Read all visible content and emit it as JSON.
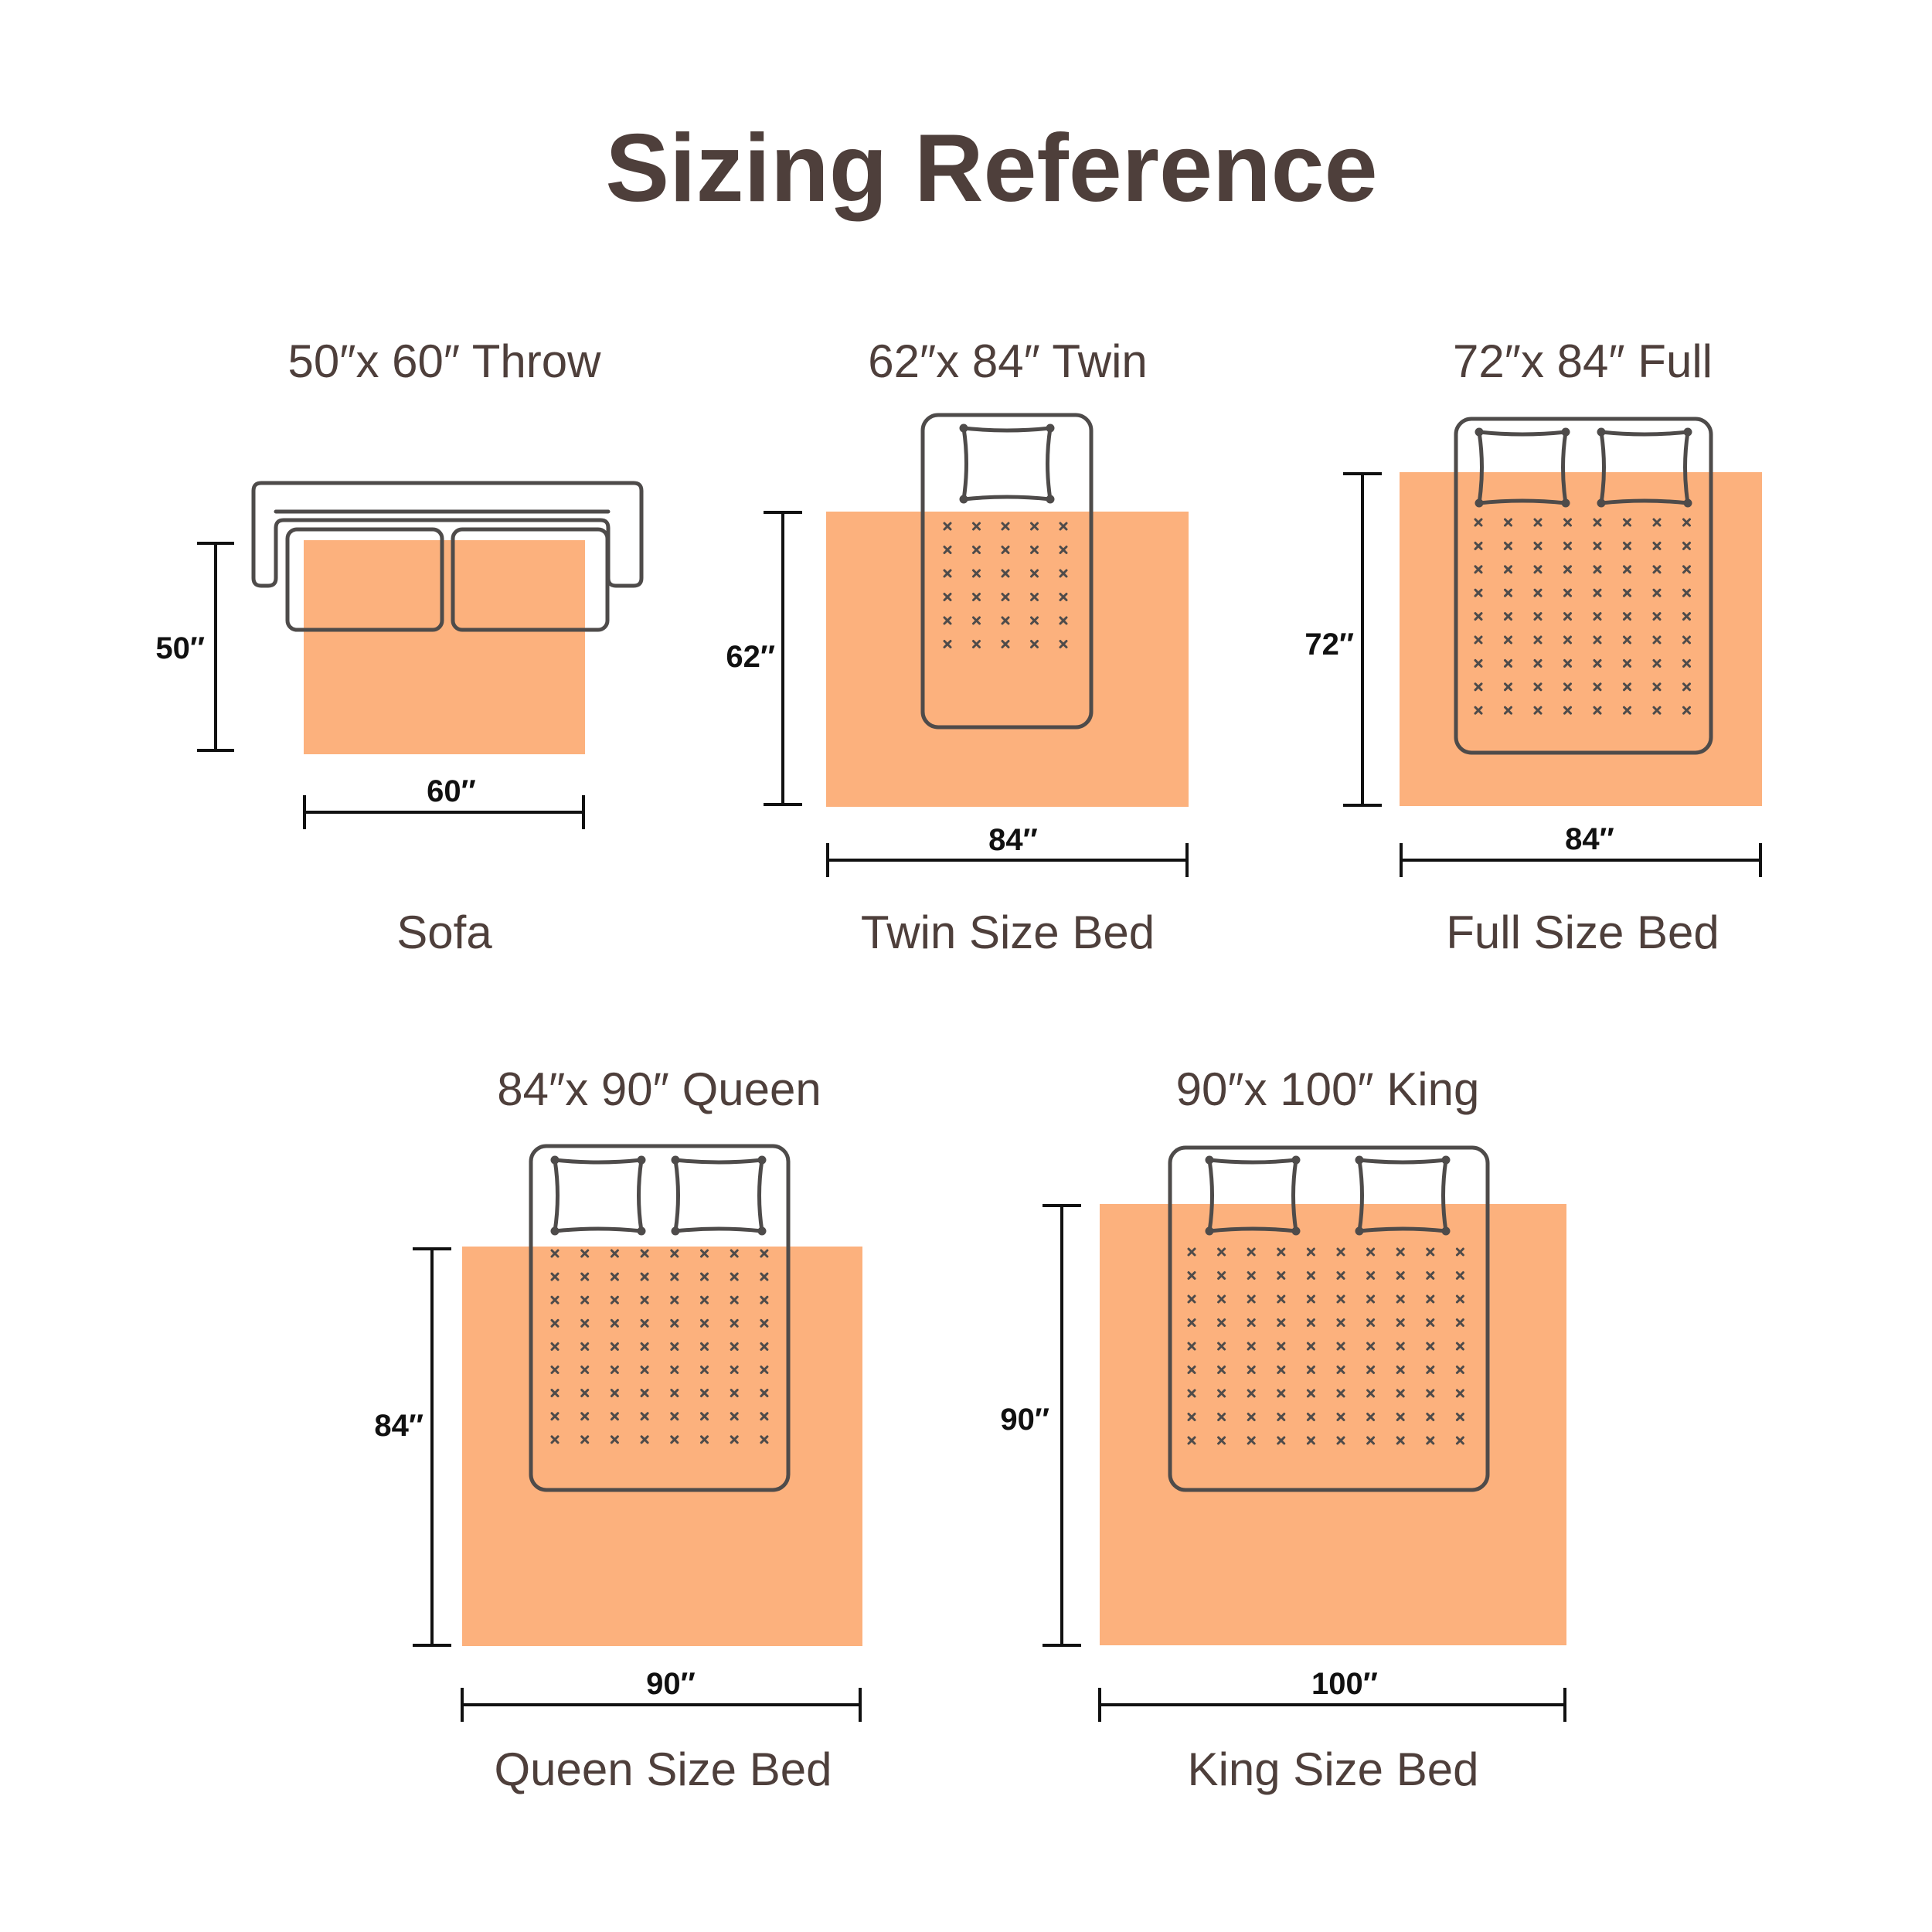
{
  "page": {
    "title": "Sizing Reference"
  },
  "colors": {
    "blanket": "#fcb17d",
    "outline": "#4e4b4a",
    "title": "#4e3f3b",
    "dimension": "#111111",
    "background": "#ffffff"
  },
  "items": [
    {
      "id": "throw",
      "size_label": "50″x 60″ Throw",
      "caption": "Sofa",
      "width_label": "60″",
      "height_label": "50″",
      "width_in": 60,
      "height_in": 50,
      "furniture": "sofa",
      "pillows": 0
    },
    {
      "id": "twin",
      "size_label": "62″x 84″ Twin",
      "caption": "Twin Size Bed",
      "width_label": "84″",
      "height_label": "62″",
      "width_in": 84,
      "height_in": 62,
      "furniture": "bed",
      "pillows": 1
    },
    {
      "id": "full",
      "size_label": "72″x 84″ Full",
      "caption": "Full Size Bed",
      "width_label": "84″",
      "height_label": "72″",
      "width_in": 84,
      "height_in": 72,
      "furniture": "bed",
      "pillows": 2
    },
    {
      "id": "queen",
      "size_label": "84″x 90″ Queen",
      "caption": "Queen Size Bed",
      "width_label": "90″",
      "height_label": "84″",
      "width_in": 90,
      "height_in": 84,
      "furniture": "bed",
      "pillows": 2
    },
    {
      "id": "king",
      "size_label": "90″x 100″ King",
      "caption": "King Size Bed",
      "width_label": "100″",
      "height_label": "90″",
      "width_in": 100,
      "height_in": 90,
      "furniture": "bed",
      "pillows": 2
    }
  ]
}
